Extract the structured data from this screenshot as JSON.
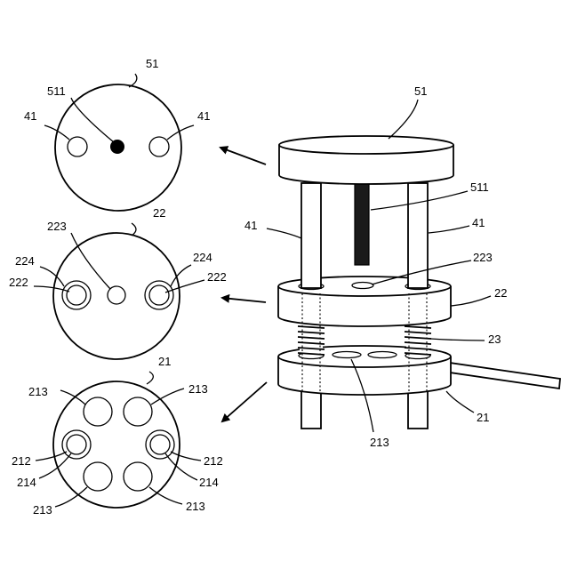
{
  "labels": {
    "top_disc": {
      "title": "51",
      "pin": "511",
      "hole_left": "41",
      "hole_right": "41"
    },
    "middle_disc": {
      "title": "22",
      "center_hole": "223",
      "ring_left_outer": "224",
      "ring_left_inner": "222",
      "ring_right_outer": "224",
      "ring_right_inner": "222"
    },
    "bottom_disc": {
      "title": "21",
      "hole_tl": "213",
      "hole_tr": "213",
      "ring_left": "212",
      "ring_left_inner": "214",
      "ring_right": "212",
      "ring_right_inner": "214",
      "hole_bl": "213",
      "hole_br": "213"
    },
    "assembly": {
      "top_plate": "51",
      "pin": "511",
      "rod_left": "41",
      "rod_right": "41",
      "middle_hole": "223",
      "middle_plate": "22",
      "springs": "23",
      "bottom_plate": "21",
      "bottom_holes": "213"
    }
  },
  "colors": {
    "ink": "#000000",
    "paper": "#ffffff"
  }
}
